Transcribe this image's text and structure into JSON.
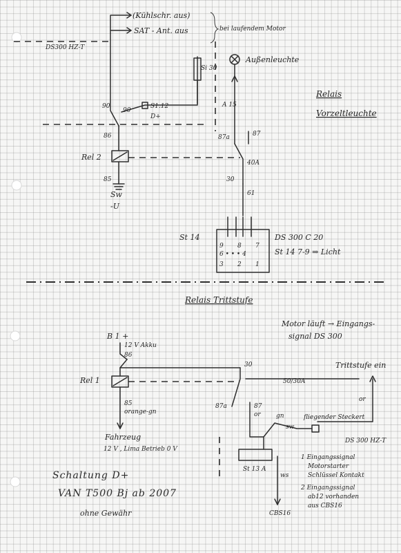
{
  "top": {
    "kuehlschrank": "(Kühlschr. aus)",
    "sat": "SAT - Ant. aus",
    "bei_laufendem": "bei laufendem Motor",
    "ds300_top": "DS300 HZ-T",
    "lamp_label": "Außenleuchte",
    "fuse_label": "Si 30",
    "s112": "S1.12",
    "dplus_top": "D+",
    "pin_90_a": "90",
    "pin_90_b": "90",
    "pin_86_top": "86",
    "rel2": "Rel 2",
    "pin_85": "85",
    "sw": "Sw",
    "minus_u": "-U",
    "a15": "A 15",
    "pin_87a_top": "87a",
    "pin_87_top": "87",
    "f40a": "40A",
    "pin_30_top": "30",
    "pin_61": "61",
    "st14": "St 14",
    "ds300_c20": "DS 300  C 20",
    "st14_note": "St 14    7-9 ⇒ Licht",
    "relais_title": "Relais",
    "vorzelt_title": "Vorzeltleuchte",
    "connector_top_row": [
      "9",
      "8",
      "7"
    ],
    "connector_bottom_row": [
      "3",
      "2",
      "1"
    ]
  },
  "bottom": {
    "section_title": "Relais Trittstufe",
    "motor_laeuft": "Motor läuft → Eingangs-",
    "signal_ds300": "signal  DS 300",
    "b1plus": "B 1 +",
    "akku": "12 V  Akku",
    "pin_86_bot": "86",
    "pin_30_bot": "30",
    "rel1": "Rel 1",
    "fuse_50": "50/30A",
    "trittstufe": "Trittstufe ein",
    "or1": "or",
    "pin_85_bot": "85",
    "orange_gn": "orange-gn",
    "pin_87a_bot": "87a",
    "pin_87_bot": "87",
    "or2": "or",
    "gn": "gn",
    "sw2": "sw",
    "fliegender": "fliegender Steckert",
    "ds300_hz": "DS 300 HZ-T",
    "fahrzeug": "Fahrzeug",
    "fahrzeug_note": "12 V  ,  Lima Betrieb 0 V",
    "st13a": "St 13 A",
    "ws": "ws",
    "eingang1_a": "1  Eingangssignal",
    "eingang1_b": "Motorstarter",
    "eingang1_c": "Schlüssel Kontakt",
    "eingang2_a": "2  Eingangssignal",
    "eingang2_b": "ab12 vorhanden",
    "eingang2_c": "aus  CBS16",
    "cbs16": "CBS16",
    "schaltung": "Schaltung D+",
    "van": "VAN  T500   Bj ab 2007",
    "gewaehr": "ohne Gewähr"
  }
}
